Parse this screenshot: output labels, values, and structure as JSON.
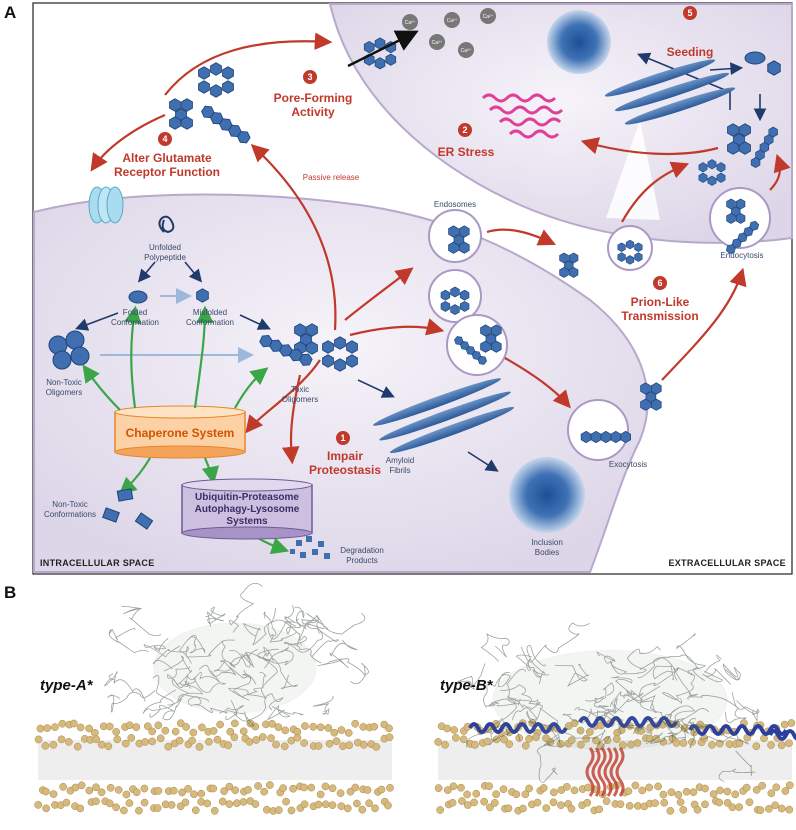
{
  "panels": {
    "a": "A",
    "b": "B"
  },
  "spaces": {
    "intracellular": "INTRACELLULAR SPACE",
    "extracellular": "EXTRACELLULAR SPACE"
  },
  "steps": {
    "n1": "1",
    "impair_1": "Impair",
    "impair_2": "Proteostasis",
    "n2": "2",
    "er_stress": "ER Stress",
    "n3": "3",
    "pore_1": "Pore-Forming",
    "pore_2": "Activity",
    "n4": "4",
    "glut_1": "Alter Glutamate",
    "glut_2": "Receptor Function",
    "n5": "5",
    "seeding": "Seeding",
    "n6": "6",
    "prion_1": "Prion-Like",
    "prion_2": "Transmission"
  },
  "labels": {
    "passive_release": "Passive release",
    "unfolded_1": "Unfolded",
    "unfolded_2": "Polypeptide",
    "folded_1": "Folded",
    "folded_2": "Conformation",
    "misfolded_1": "Misfolded",
    "misfolded_2": "Conformation",
    "nontoxic_olig_1": "Non-Toxic",
    "nontoxic_olig_2": "Oligomers",
    "toxic_olig_1": "Toxic",
    "toxic_olig_2": "Oligomers",
    "chaperone": "Chaperone System",
    "ups_1": "Ubiquitin-Proteasome",
    "ups_2": "Autophagy-Lysosome",
    "ups_3": "Systems",
    "nontoxic_conf_1": "Non-Toxic",
    "nontoxic_conf_2": "Conformations",
    "degradation_1": "Degradation",
    "degradation_2": "Products",
    "amyloid_1": "Amyloid",
    "amyloid_2": "Fibrils",
    "inclusion_1": "Inclusion",
    "inclusion_2": "Bodies",
    "endosomes": "Endosomes",
    "endocytosis": "Endocytosis",
    "exocytosis": "Exocytosis",
    "ca": "Ca²⁺"
  },
  "types": {
    "a": "type-A*",
    "b": "type-B*"
  },
  "colors": {
    "membrane_fill": "#e6e1ef",
    "membrane_edge": "#b6a9cc",
    "protein": "#3f6fb0",
    "protein_edge": "#1f4579",
    "red_arrow": "#c0392b",
    "green_arrow": "#3aa648",
    "navy_arrow": "#203a6b",
    "chaperone": "#f4a35a",
    "ups": "#b9a6d1",
    "lipid": "#d6b97c"
  }
}
